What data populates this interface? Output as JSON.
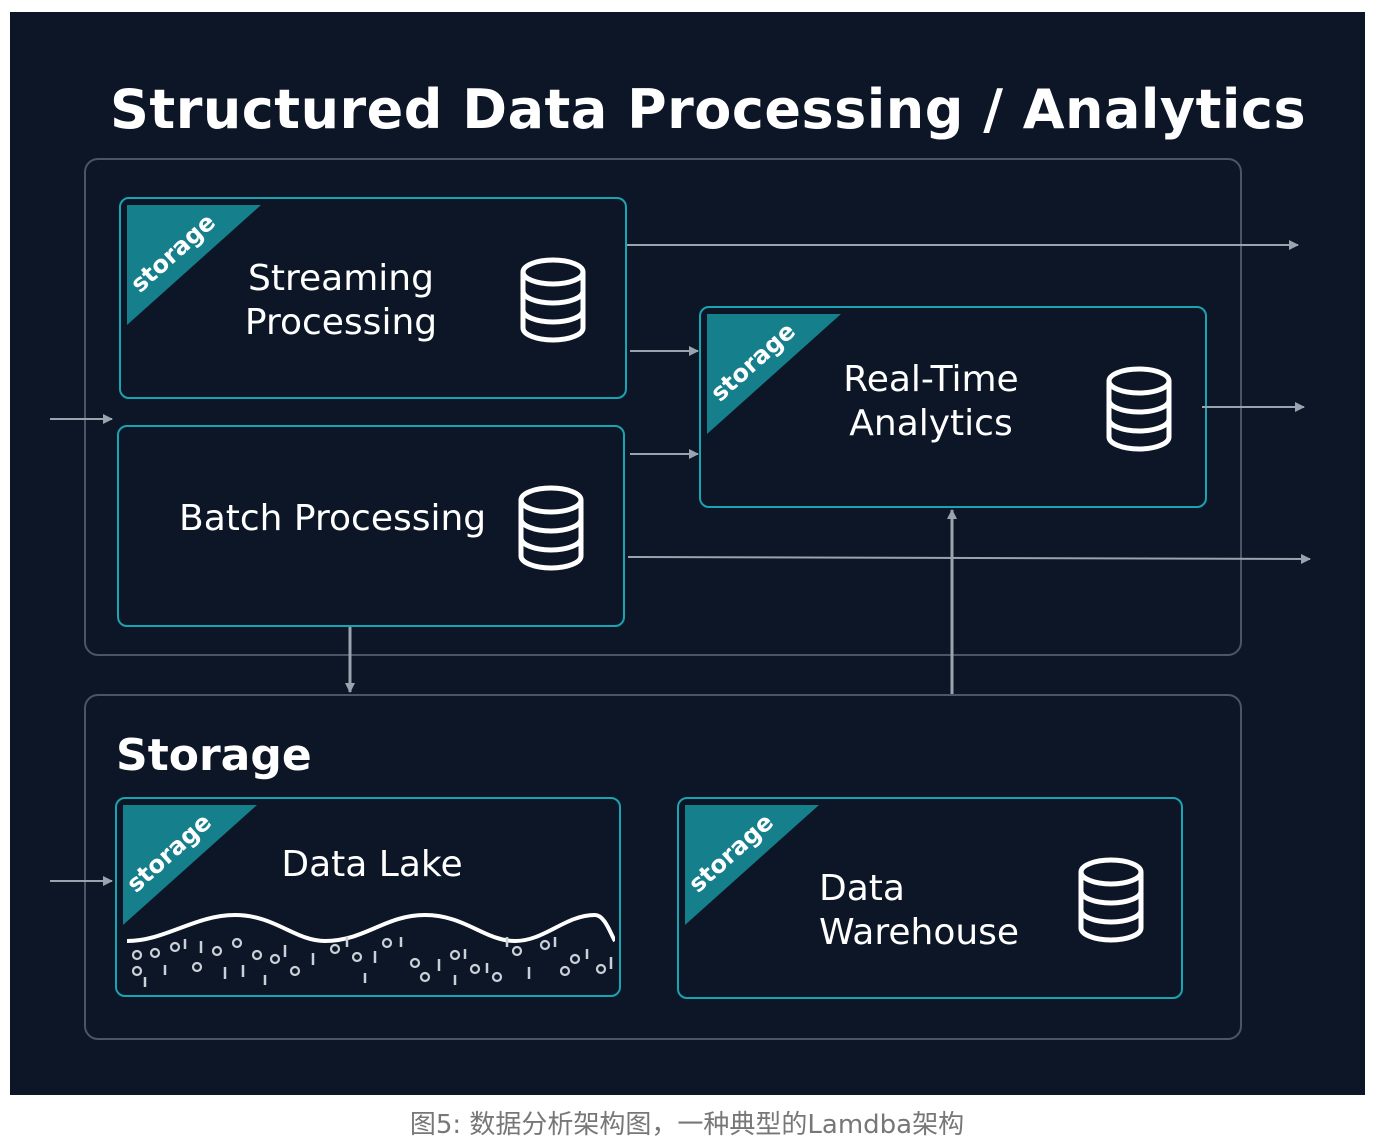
{
  "diagram": {
    "title": "Structured Data Processing / Analytics",
    "ribbon_label": "storage",
    "boxes": {
      "streaming": {
        "line1": "Streaming",
        "line2": "Processing",
        "icon": "database-icon"
      },
      "batch": {
        "label": "Batch Processing",
        "icon": "database-icon"
      },
      "realtime": {
        "line1": "Real-Time",
        "line2": "Analytics",
        "icon": "database-icon"
      },
      "data_lake": {
        "label": "Data Lake",
        "icon": "binary-wave-icon"
      },
      "data_warehouse": {
        "line1": "Data",
        "line2": "Warehouse",
        "icon": "database-icon"
      }
    },
    "storage_group_title": "Storage",
    "colors": {
      "background": "#0d1626",
      "box_border": "#1aa3b0",
      "ribbon": "#157f8c",
      "group_border": "#4a5566",
      "text": "#ffffff",
      "arrow": "#9aa3ae"
    }
  },
  "caption": "图5: 数据分析架构图，一种典型的Lamdba架构"
}
